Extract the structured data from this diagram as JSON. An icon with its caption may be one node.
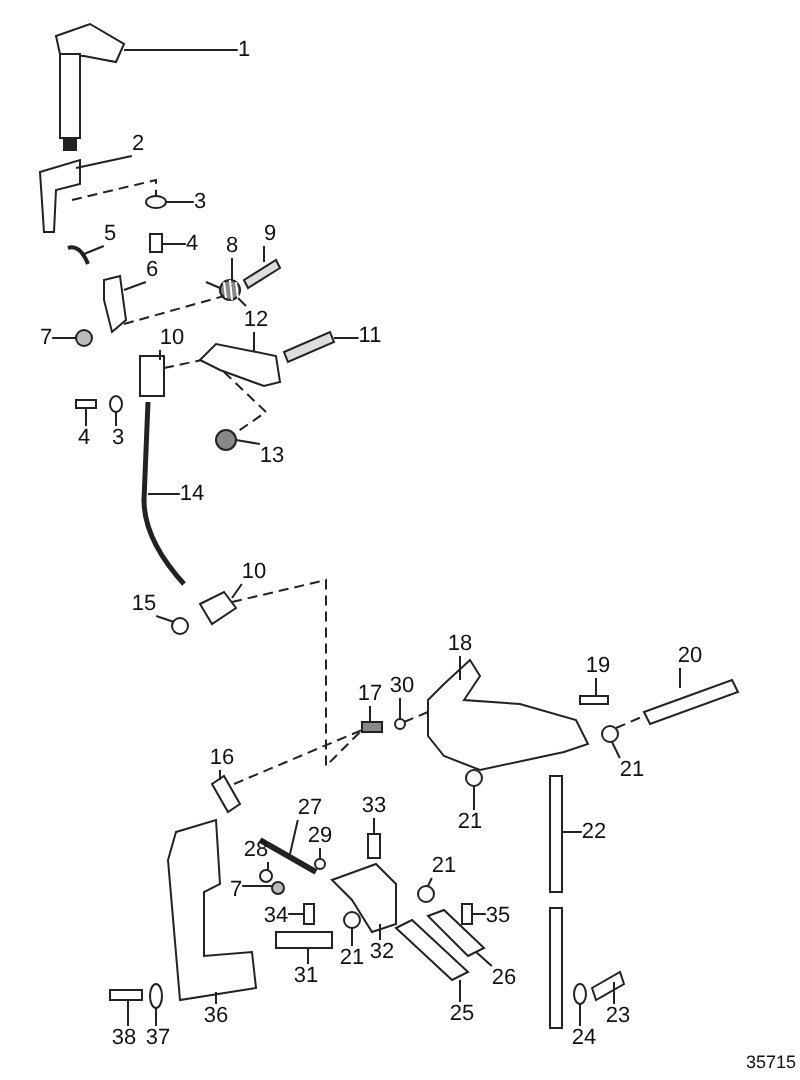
{
  "diagram": {
    "nodes": [
      {
        "text": [
          "1"
        ]
      },
      {
        "text": [
          "2"
        ]
      },
      {
        "text": [
          "3"
        ]
      },
      {
        "text": [
          "4"
        ]
      },
      {
        "text": [
          "5"
        ]
      },
      {
        "text": [
          "9"
        ]
      },
      {
        "text": [
          "8"
        ]
      },
      {
        "text": [
          "6"
        ]
      },
      {
        "text": [
          "7"
        ]
      },
      {
        "text": [
          "10"
        ]
      },
      {
        "text": [
          "12"
        ]
      },
      {
        "text": [
          "11"
        ]
      },
      {
        "text": [
          "4"
        ]
      },
      {
        "text": [
          "3"
        ]
      },
      {
        "text": [
          "13"
        ]
      },
      {
        "text": [
          "14"
        ]
      },
      {
        "text": [
          "10"
        ]
      },
      {
        "text": [
          "15"
        ]
      },
      {
        "text": [
          "18"
        ]
      },
      {
        "text": [
          "20"
        ]
      },
      {
        "text": [
          "19"
        ]
      },
      {
        "text": [
          "17"
        ]
      },
      {
        "text": [
          "30"
        ]
      },
      {
        "text": [
          "21"
        ]
      },
      {
        "text": [
          "16"
        ]
      },
      {
        "text": [
          "21"
        ]
      },
      {
        "text": [
          "22"
        ]
      },
      {
        "text": [
          "27"
        ]
      },
      {
        "text": [
          "33"
        ]
      },
      {
        "text": [
          "29"
        ]
      },
      {
        "text": [
          "28"
        ]
      },
      {
        "text": [
          "21"
        ]
      },
      {
        "text": [
          "7"
        ]
      },
      {
        "text": [
          "34"
        ]
      },
      {
        "text": [
          "35"
        ]
      },
      {
        "text": [
          "21"
        ]
      },
      {
        "text": [
          "32"
        ]
      },
      {
        "text": [
          "31"
        ]
      },
      {
        "text": [
          "26"
        ]
      },
      {
        "text": [
          "36"
        ]
      },
      {
        "text": [
          "25"
        ]
      },
      {
        "text": [
          "23"
        ]
      },
      {
        "text": [
          "38"
        ]
      },
      {
        "text": [
          "37"
        ]
      },
      {
        "text": [
          "24"
        ]
      },
      {
        "text": [],
        "shape": "picture"
      },
      {
        "text": [],
        "shape": "picture"
      },
      {
        "text": [],
        "shape": "circle"
      },
      {
        "text": [],
        "shape": "box"
      },
      {
        "text": [],
        "shape": "picture"
      },
      {
        "text": [],
        "shape": "picture"
      },
      {
        "text": [],
        "shape": "picture"
      },
      {
        "text": [],
        "shape": "picture"
      },
      {
        "text": [],
        "shape": "circle"
      },
      {
        "text": [],
        "shape": "box"
      },
      {
        "text": [],
        "shape": "picture"
      },
      {
        "text": [],
        "shape": "picture"
      },
      {
        "text": [],
        "shape": "box"
      },
      {
        "text": [],
        "shape": "circle"
      },
      {
        "text": [],
        "shape": "circle"
      },
      {
        "text": [],
        "shape": "picture"
      },
      {
        "text": [],
        "shape": "picture"
      },
      {
        "text": [],
        "shape": "circle"
      },
      {
        "text": [],
        "shape": "picture"
      },
      {
        "text": [],
        "shape": "picture"
      },
      {
        "text": [],
        "shape": "box"
      },
      {
        "text": [],
        "shape": "box"
      },
      {
        "text": [],
        "shape": "circle"
      },
      {
        "text": [],
        "shape": "circle"
      },
      {
        "text": [],
        "shape": "picture"
      },
      {
        "text": [],
        "shape": "circle"
      },
      {
        "text": [],
        "shape": "picture"
      },
      {
        "text": [],
        "shape": "picture"
      },
      {
        "text": [],
        "shape": "box"
      },
      {
        "text": [],
        "shape": "circle"
      },
      {
        "text": [],
        "shape": "circle"
      },
      {
        "text": [],
        "shape": "circle"
      },
      {
        "text": [],
        "shape": "circle"
      },
      {
        "text": [],
        "shape": "box"
      },
      {
        "text": [],
        "shape": "box"
      },
      {
        "text": [],
        "shape": "circle"
      },
      {
        "text": [],
        "shape": "picture"
      },
      {
        "text": [],
        "shape": "box"
      },
      {
        "text": [],
        "shape": "picture"
      },
      {
        "text": [],
        "shape": "picture"
      },
      {
        "text": [],
        "shape": "picture"
      },
      {
        "text": [],
        "shape": "picture"
      },
      {
        "text": [],
        "shape": "box"
      },
      {
        "text": [],
        "shape": "circle"
      },
      {
        "text": [],
        "shape": "circle"
      }
    ],
    "edges": [
      {
        "from": 0,
        "to": 45,
        "arrow": "none"
      },
      {
        "from": 1,
        "to": 46,
        "arrow": "none"
      },
      {
        "from": 2,
        "to": 47,
        "arrow": "none"
      },
      {
        "from": 3,
        "to": 48,
        "arrow": "none"
      },
      {
        "from": 4,
        "to": 49,
        "arrow": "none"
      },
      {
        "from": 5,
        "to": 50,
        "arrow": "none"
      },
      {
        "from": 6,
        "to": 51,
        "arrow": "none"
      },
      {
        "from": 7,
        "to": 52,
        "arrow": "none"
      },
      {
        "from": 8,
        "to": 53,
        "arrow": "none"
      },
      {
        "from": 9,
        "to": 54,
        "arrow": "none"
      },
      {
        "from": 10,
        "to": 55,
        "arrow": "none"
      },
      {
        "from": 11,
        "to": 56,
        "arrow": "none"
      },
      {
        "from": 12,
        "to": 57,
        "arrow": "none"
      },
      {
        "from": 13,
        "to": 58,
        "arrow": "none"
      },
      {
        "from": 14,
        "to": 59,
        "arrow": "none"
      },
      {
        "from": 15,
        "to": 60,
        "arrow": "none"
      },
      {
        "from": 16,
        "to": 61,
        "arrow": "none"
      },
      {
        "from": 17,
        "to": 62,
        "arrow": "none"
      },
      {
        "from": 18,
        "to": 63,
        "arrow": "none"
      },
      {
        "from": 19,
        "to": 64,
        "arrow": "none"
      },
      {
        "from": 20,
        "to": 65,
        "arrow": "none"
      },
      {
        "from": 21,
        "to": 66,
        "arrow": "none"
      },
      {
        "from": 22,
        "to": 67,
        "arrow": "none"
      },
      {
        "from": 23,
        "to": 68,
        "arrow": "none"
      },
      {
        "from": 24,
        "to": 69,
        "arrow": "none"
      },
      {
        "from": 25,
        "to": 70,
        "arrow": "none"
      },
      {
        "from": 26,
        "to": 71,
        "arrow": "none"
      },
      {
        "from": 27,
        "to": 72,
        "arrow": "none"
      },
      {
        "from": 28,
        "to": 73,
        "arrow": "none"
      },
      {
        "from": 29,
        "to": 74,
        "arrow": "none"
      },
      {
        "from": 30,
        "to": 75,
        "arrow": "none"
      },
      {
        "from": 31,
        "to": 76,
        "arrow": "none"
      },
      {
        "from": 32,
        "to": 77,
        "arrow": "none"
      },
      {
        "from": 33,
        "to": 78,
        "arrow": "none"
      },
      {
        "from": 34,
        "to": 79,
        "arrow": "none"
      },
      {
        "from": 35,
        "to": 80,
        "arrow": "none"
      },
      {
        "from": 36,
        "to": 81,
        "arrow": "none"
      },
      {
        "from": 37,
        "to": 82,
        "arrow": "none"
      },
      {
        "from": 38,
        "to": 83,
        "arrow": "none"
      },
      {
        "from": 39,
        "to": 84,
        "arrow": "none"
      },
      {
        "from": 40,
        "to": 85,
        "arrow": "none"
      },
      {
        "from": 41,
        "to": 86,
        "arrow": "none"
      },
      {
        "from": 42,
        "to": 87,
        "arrow": "none"
      },
      {
        "from": 43,
        "to": 88,
        "arrow": "none"
      },
      {
        "from": 44,
        "to": 89,
        "arrow": "none"
      },
      {
        "from": 46,
        "to": 47,
        "arrow": "none",
        "style": "dashed"
      },
      {
        "from": 52,
        "to": 51,
        "arrow": "none",
        "style": "dashed"
      },
      {
        "from": 54,
        "to": 55,
        "arrow": "none",
        "style": "dashed"
      },
      {
        "from": 55,
        "to": 59,
        "arrow": "none",
        "style": "dashed"
      },
      {
        "from": 61,
        "to": 66,
        "arrow": "none",
        "style": "dashed"
      },
      {
        "from": 69,
        "to": 66,
        "arrow": "none",
        "style": "dashed"
      },
      {
        "from": 67,
        "to": 63,
        "arrow": "none",
        "style": "dashed"
      },
      {
        "from": 70,
        "to": 64,
        "arrow": "none",
        "style": "dashed"
      }
    ],
    "labels": [
      "35715"
    ]
  }
}
